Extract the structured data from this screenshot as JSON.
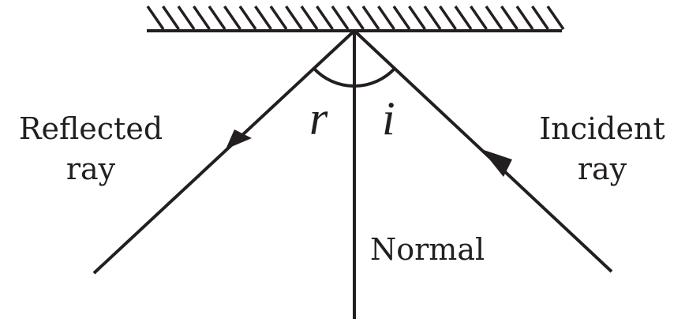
{
  "labels": {
    "reflected_line1": "Reflected",
    "reflected_line2": "ray",
    "incident_line1": "Incident",
    "incident_line2": "ray",
    "normal": "Normal",
    "angle_reflection": "r",
    "angle_incidence": "i"
  },
  "colors": {
    "ink": "#231f20",
    "background": "#ffffff"
  }
}
